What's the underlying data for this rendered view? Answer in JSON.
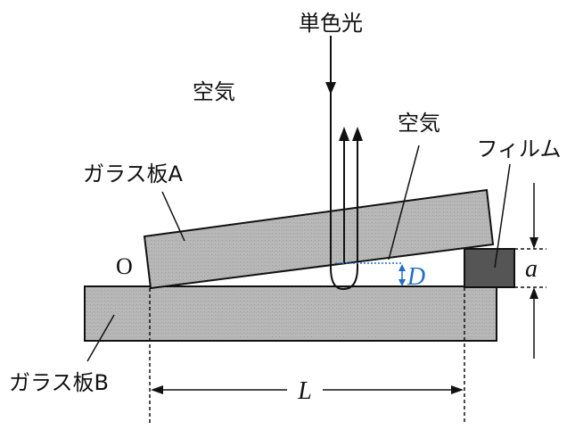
{
  "labels": {
    "light": "単色光",
    "air_top": "空気",
    "air_gap": "空気",
    "glass_a": "ガラス板A",
    "glass_b": "ガラス板B",
    "film": "フィルム",
    "origin": "O",
    "thickness": "a",
    "gap": "D",
    "length": "L"
  },
  "colors": {
    "glass_fill": "#b4b4b4",
    "film_fill": "#555555",
    "stroke": "#111111",
    "accent": "#1f6fc8"
  }
}
